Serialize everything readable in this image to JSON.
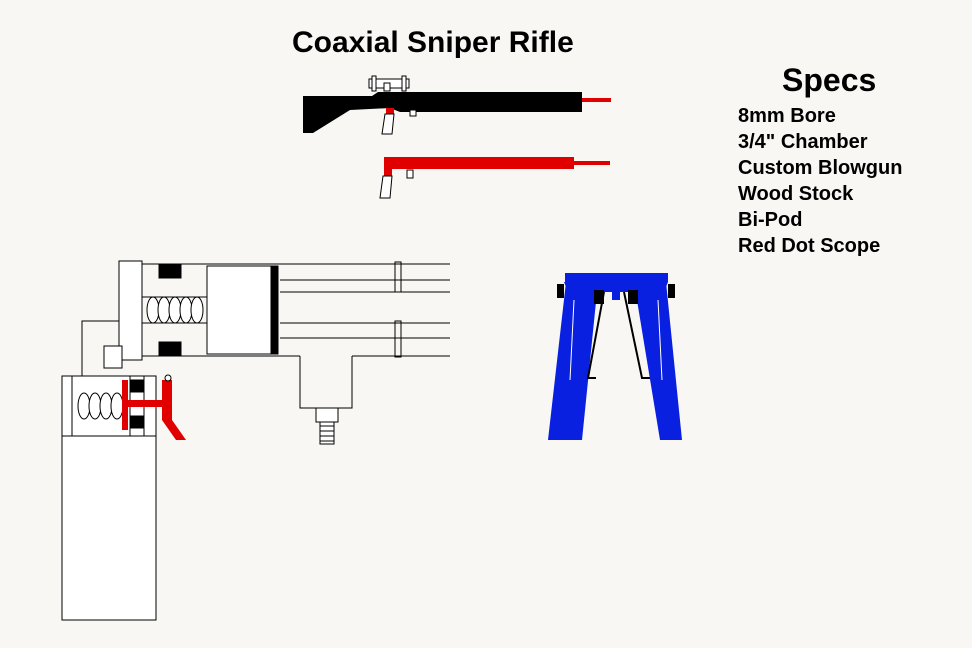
{
  "title": "Coaxial Sniper Rifle",
  "specs": {
    "heading": "Specs",
    "items": [
      "8mm Bore",
      "3/4\" Chamber",
      "Custom Blowgun",
      "Wood Stock",
      "Bi-Pod",
      "Red Dot Scope"
    ]
  },
  "colors": {
    "background": "#f8f7f3",
    "rifle": "#000000",
    "barrel": "#e00000",
    "bipod": "#0a20e0",
    "outline": "#000000"
  }
}
